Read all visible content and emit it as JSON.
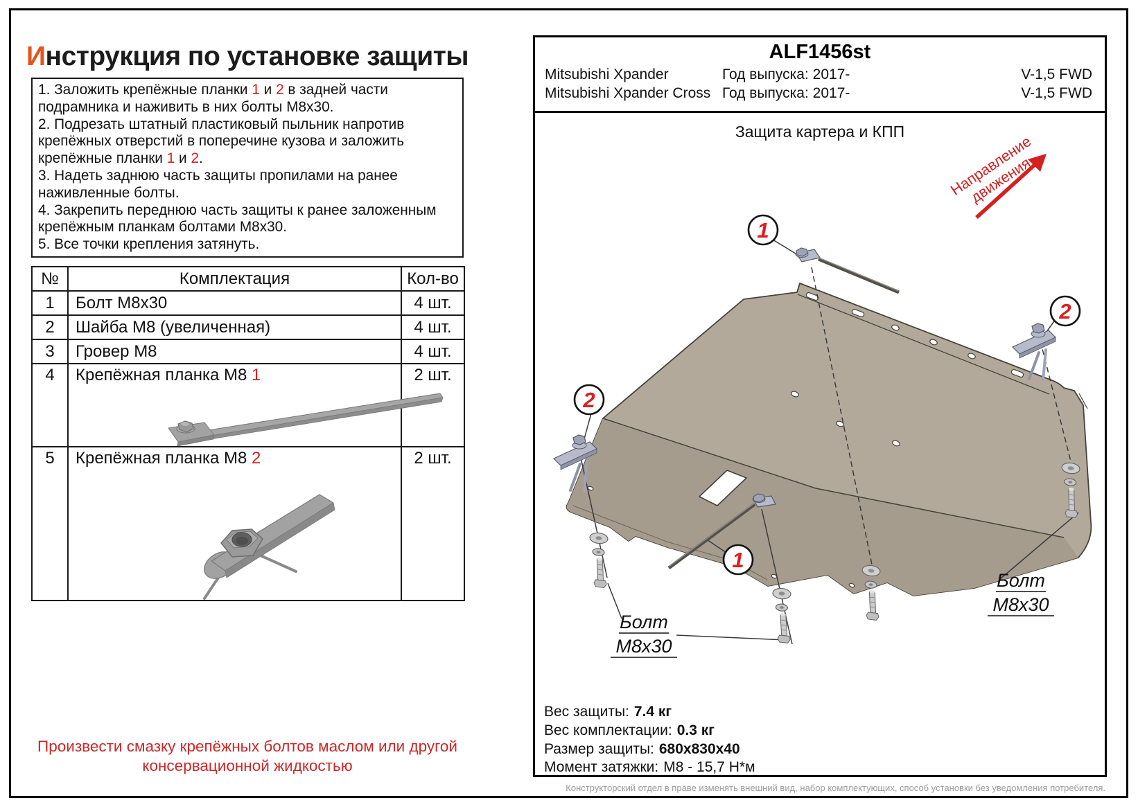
{
  "title": {
    "first_letter": "И",
    "rest": "нструкция по установке защиты"
  },
  "instructions": {
    "items": [
      [
        {
          "t": "1. Заложить крепёжные планки "
        },
        {
          "t": "1",
          "red": true
        },
        {
          "t": " и "
        },
        {
          "t": "2",
          "red": true
        },
        {
          "t": " в задней части подрамника и наживить в них болты М8х30."
        }
      ],
      [
        {
          "t": "2. Подрезать штатный пластиковый пыльник напротив крепёжных отверстий в поперечине кузова и заложить крепёжные планки "
        },
        {
          "t": "1",
          "red": true
        },
        {
          "t": " и "
        },
        {
          "t": "2",
          "red": true
        },
        {
          "t": "."
        }
      ],
      [
        {
          "t": "3. Надеть заднюю часть защиты пропилами на ранее наживленные болты."
        }
      ],
      [
        {
          "t": "4. Закрепить переднюю часть защиты к ранее заложенным крепёжным планкам болтами М8х30."
        }
      ],
      [
        {
          "t": "5. Все точки крепления затянуть."
        }
      ]
    ]
  },
  "parts_table": {
    "headers": [
      "№",
      "Комплектация",
      "Кол-во"
    ],
    "rows": [
      {
        "num": "1",
        "label": [
          {
            "t": "Болт М8х30"
          }
        ],
        "qty": "4 шт."
      },
      {
        "num": "2",
        "label": [
          {
            "t": "Шайба М8 (увеличенная)"
          }
        ],
        "qty": "4 шт."
      },
      {
        "num": "3",
        "label": [
          {
            "t": "Гровер М8"
          }
        ],
        "qty": "4 шт."
      },
      {
        "num": "4",
        "label": [
          {
            "t": "Крепёжная планка М8 "
          },
          {
            "t": "1",
            "red": true
          }
        ],
        "qty": "2 шт.",
        "image": "planka1"
      },
      {
        "num": "5",
        "label": [
          {
            "t": "Крепёжная планка М8 "
          },
          {
            "t": "2",
            "red": true
          }
        ],
        "qty": "2 шт.",
        "image": "planka2"
      }
    ]
  },
  "lubrication_note": "Произвести смазку крепёжных болтов маслом или другой консервационной жидкостью",
  "header": {
    "code": "ALF1456st",
    "models": [
      {
        "name": "Mitsubishi Xpander",
        "year": "Год выпуска: 2017-",
        "engine": "V-1,5 FWD"
      },
      {
        "name": "Mitsubishi Xpander Cross",
        "year": "Год выпуска: 2017-",
        "engine": "V-1,5 FWD"
      }
    ]
  },
  "drawing": {
    "title": "Защита картера и КПП",
    "direction_line1": "Направление",
    "direction_line2": "движения",
    "callout_1": "1",
    "callout_2": "2",
    "bolt_label": {
      "line1": "Болт",
      "line2": "М8х30"
    }
  },
  "specs": {
    "rows": [
      {
        "label": "Вес защиты:",
        "value": "7.4 кг",
        "bold": true
      },
      {
        "label": "Вес комплектации:",
        "value": "0.3 кг",
        "bold": true
      },
      {
        "label": "Размер защиты:",
        "value": "680х830х40",
        "bold": true
      },
      {
        "label": "Момент затяжки:",
        "value": "М8 - 15,7 Н*м",
        "bold": false
      }
    ]
  },
  "disclaimer": "Конструкторский отдел в праве изменять внешний вид, набор комплектующих, способ установки без уведомления потребителя.",
  "colors": {
    "accent_orange": "#E0561E",
    "accent_red": "#D42020",
    "plate_fill": "#B3A99B"
  }
}
